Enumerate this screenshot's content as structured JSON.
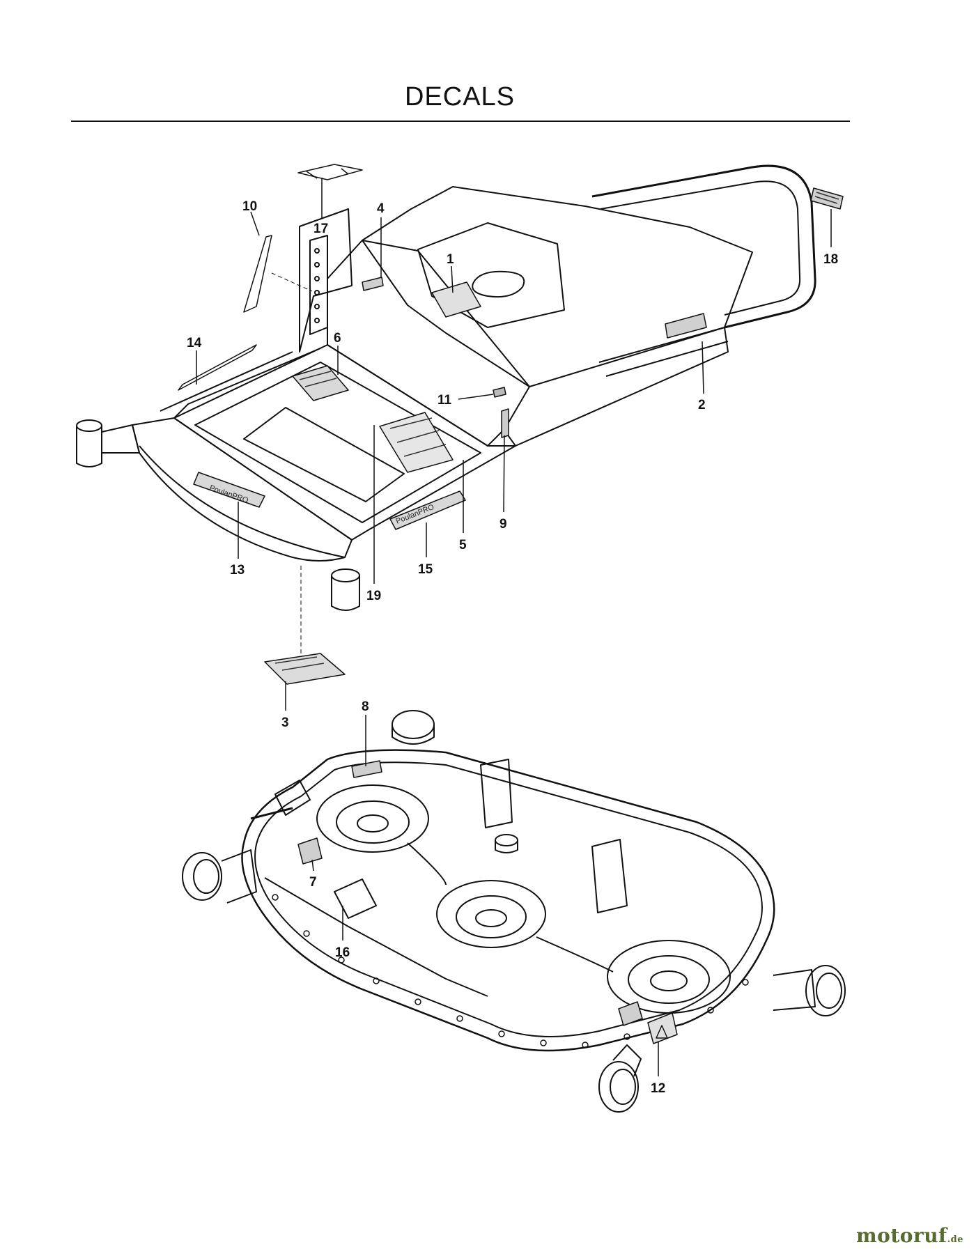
{
  "page": {
    "title": "DECALS",
    "watermark_main": "motoruf",
    "watermark_tld": ".de"
  },
  "callouts": [
    {
      "id": "c1",
      "label": "1"
    },
    {
      "id": "c2",
      "label": "2"
    },
    {
      "id": "c3",
      "label": "3"
    },
    {
      "id": "c4",
      "label": "4"
    },
    {
      "id": "c5",
      "label": "5"
    },
    {
      "id": "c6",
      "label": "6"
    },
    {
      "id": "c7",
      "label": "7"
    },
    {
      "id": "c8",
      "label": "8"
    },
    {
      "id": "c9",
      "label": "9"
    },
    {
      "id": "c10",
      "label": "10"
    },
    {
      "id": "c11",
      "label": "11"
    },
    {
      "id": "c12",
      "label": "12"
    },
    {
      "id": "c13",
      "label": "13"
    },
    {
      "id": "c14",
      "label": "14"
    },
    {
      "id": "c15",
      "label": "15"
    },
    {
      "id": "c16",
      "label": "16"
    },
    {
      "id": "c17",
      "label": "17"
    },
    {
      "id": "c18",
      "label": "18"
    },
    {
      "id": "c19",
      "label": "19"
    }
  ],
  "decal_text": {
    "brand_decal_front": "PoulanPRO",
    "brand_decal_side": "PoulanPRO"
  }
}
